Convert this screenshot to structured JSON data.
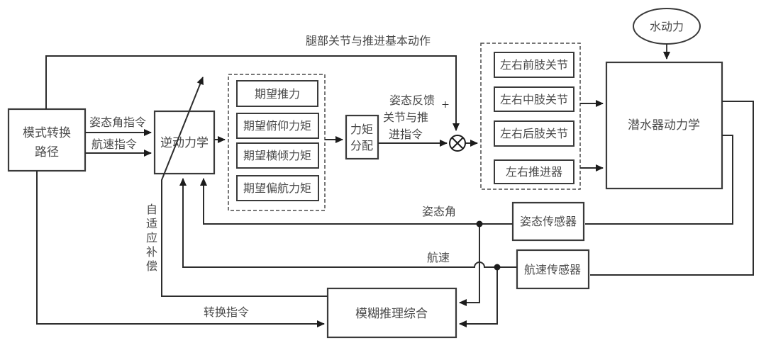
{
  "diagram": {
    "blocks": {
      "mode_path": {
        "line1": "模式转换",
        "line2": "路径"
      },
      "inverse_dyn": {
        "label": "逆动力学"
      },
      "torque_alloc": {
        "line1": "力矩",
        "line2": "分配"
      },
      "fuzzy": {
        "label": "模糊推理综合"
      },
      "attitude_sensor": {
        "label": "姿态传感器"
      },
      "speed_sensor": {
        "label": "航速传感器"
      },
      "vehicle": {
        "label": "潜水器动力学"
      },
      "hydro": {
        "label": "水动力"
      }
    },
    "desired_group": {
      "items": [
        "期望推力",
        "期望俯仰力矩",
        "期望横倾力矩",
        "期望偏航力矩"
      ]
    },
    "actuator_group": {
      "items": [
        "左右前肢关节",
        "左右中肢关节",
        "左右后肢关节",
        "左右推进器"
      ]
    },
    "labels": {
      "top_line": "腿部关节与推进基本动作",
      "attitude_cmd": "姿态角指令",
      "speed_cmd": "航速指令",
      "feedback_l1": "姿态反馈",
      "feedback_l2": "关节与推",
      "feedback_l3": "进指令",
      "plus": "+",
      "attitude_angle": "姿态角",
      "speed": "航速",
      "convert_cmd": "转换指令",
      "adaptive": [
        "自",
        "适",
        "应",
        "补",
        "偿"
      ]
    },
    "colors": {
      "line": "#2d2d2d",
      "box_stroke": "#3a3a3a",
      "text": "#4a4a4a",
      "background": "#ffffff"
    }
  }
}
